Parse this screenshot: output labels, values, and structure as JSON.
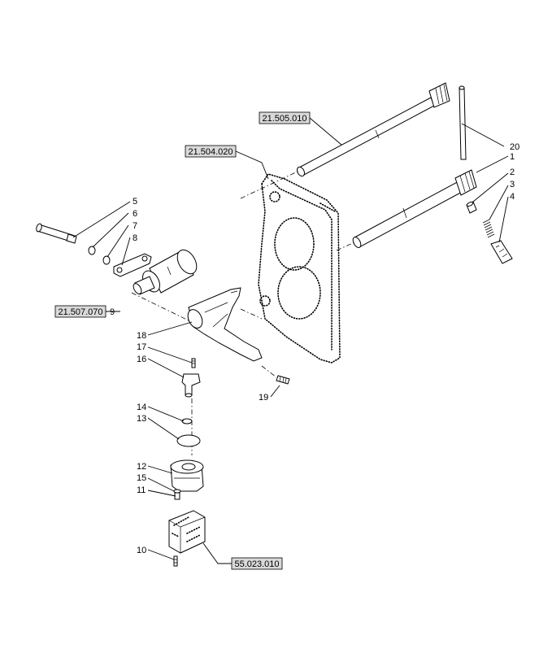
{
  "reference_boxes": [
    {
      "id": "ref-21-505-010",
      "label": "21.505.010"
    },
    {
      "id": "ref-21-504-020",
      "label": "21.504.020"
    },
    {
      "id": "ref-21-507-070",
      "label": "21.507.070"
    },
    {
      "id": "ref-55-023-010",
      "label": "55.023.010"
    }
  ],
  "callouts": [
    "1",
    "2",
    "3",
    "4",
    "5",
    "6",
    "7",
    "8",
    "9",
    "10",
    "11",
    "12",
    "13",
    "14",
    "15",
    "16",
    "17",
    "18",
    "19",
    "20"
  ],
  "colors": {
    "line": "#000000",
    "box_fill": "#d9d9d9",
    "background": "#ffffff"
  }
}
